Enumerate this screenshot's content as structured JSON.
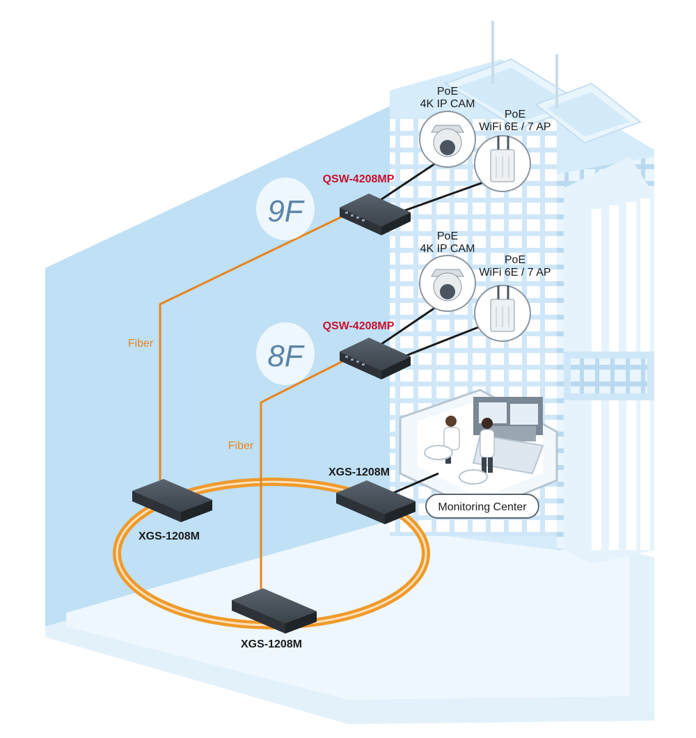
{
  "labels": {
    "floor_9": "9F",
    "floor_8": "8F",
    "poe_9_cam_line1": "PoE",
    "poe_9_cam_line2": "4K IP CAM",
    "poe_9_ap_line1": "PoE",
    "poe_9_ap_line2": "WiFi 6E / 7 AP",
    "poe_8_cam_line1": "PoE",
    "poe_8_cam_line2": "4K IP CAM",
    "poe_8_ap_line1": "PoE",
    "poe_8_ap_line2": "WiFi 6E / 7 AP",
    "qsw_9": "QSW-4208MP",
    "qsw_8": "QSW-4208MP",
    "fiber_upper": "Fiber",
    "fiber_lower": "Fiber",
    "xgs_right": "XGS-1208M",
    "xgs_left": "XGS-1208M",
    "xgs_bottom": "XGS-1208M",
    "monitoring_center": "Monitoring Center"
  },
  "colors": {
    "fiber": "#e8841e",
    "ring": "#f09a2a",
    "switch_label": "#c8102e",
    "sky": "#bfe0f5",
    "building": "#d6ecfa",
    "switch_body": "#3e4750"
  },
  "icons": {
    "camera": "ptz-camera-icon",
    "access_point": "wifi-access-point-icon",
    "switch": "network-switch-icon",
    "operator": "operator-workstation-icon"
  }
}
